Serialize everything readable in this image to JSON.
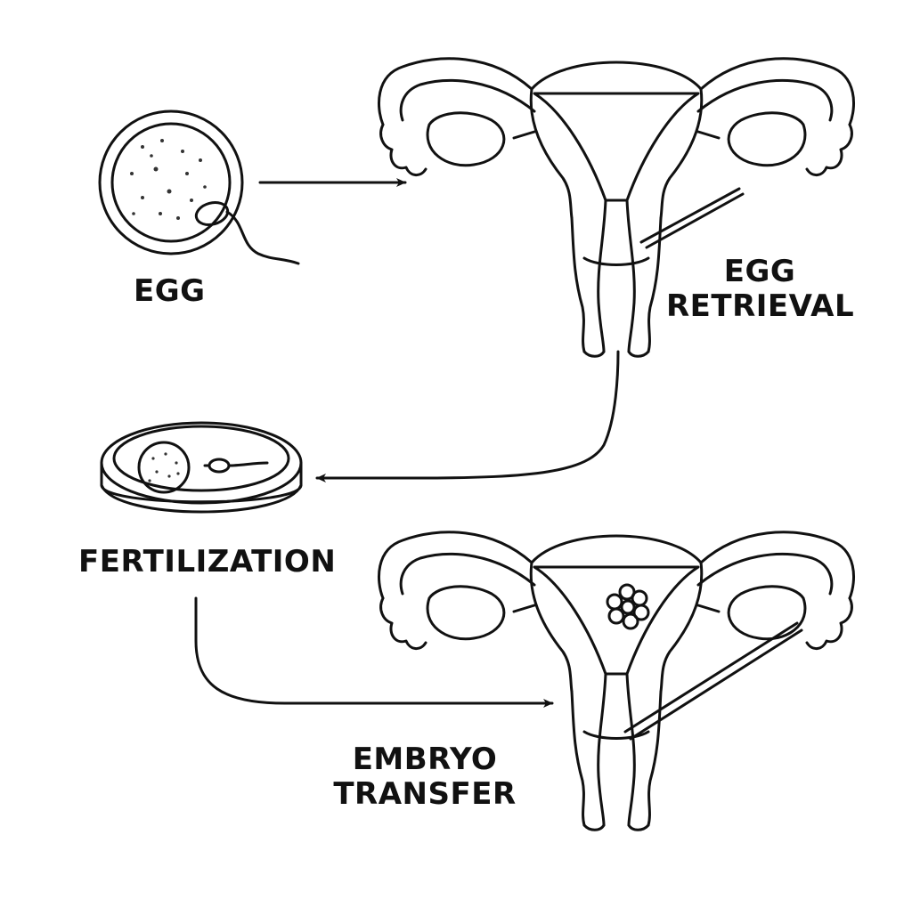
{
  "labels": {
    "egg": "EGG",
    "egg_retrieval": [
      "EGG",
      "RETRIEVAL"
    ],
    "fertilization": "FERTILIZATION",
    "embryo_transfer": [
      "EMBRYO",
      "TRANSFER"
    ]
  },
  "icons": [
    "egg-cell-icon",
    "sperm-icon",
    "uterus-icon",
    "petri-dish-icon",
    "embryo-icon",
    "catheter-icon"
  ],
  "colors": {
    "ink": "#111111",
    "background": "#ffffff"
  }
}
